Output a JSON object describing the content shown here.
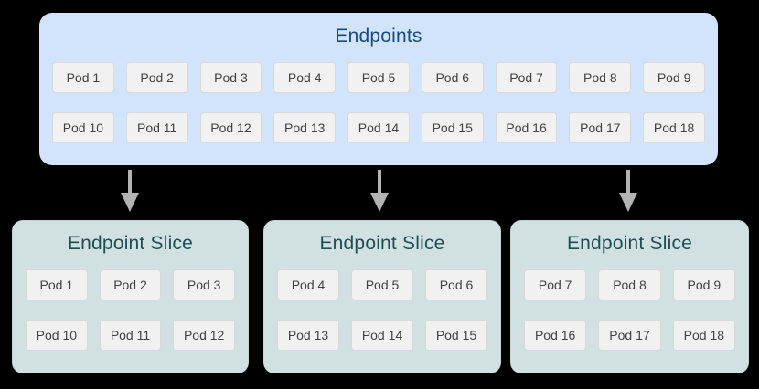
{
  "endpoints": {
    "title": "Endpoints",
    "pods": [
      "Pod 1",
      "Pod 2",
      "Pod 3",
      "Pod 4",
      "Pod 5",
      "Pod 6",
      "Pod 7",
      "Pod 8",
      "Pod 9",
      "Pod 10",
      "Pod 11",
      "Pod 12",
      "Pod 13",
      "Pod 14",
      "Pod 15",
      "Pod 16",
      "Pod 17",
      "Pod 18"
    ]
  },
  "slices": [
    {
      "title": "Endpoint Slice",
      "pods": [
        "Pod 1",
        "Pod 2",
        "Pod 3",
        "Pod 10",
        "Pod 11",
        "Pod 12"
      ]
    },
    {
      "title": "Endpoint Slice",
      "pods": [
        "Pod 4",
        "Pod 5",
        "Pod 6",
        "Pod 13",
        "Pod 14",
        "Pod 15"
      ]
    },
    {
      "title": "Endpoint Slice",
      "pods": [
        "Pod 7",
        "Pod 8",
        "Pod 9",
        "Pod 16",
        "Pod 17",
        "Pod 18"
      ]
    }
  ],
  "colors": {
    "page_background": "#000000",
    "endpoints_box_background": "#d2e3fc",
    "endpoints_title_text": "#1a4b7e",
    "slice_box_background": "#d1e1e2",
    "slice_title_text": "#1f4e52",
    "pod_chip_background": "#f1f1f1",
    "pod_chip_border": "#d9d9d9",
    "pod_chip_text": "#424242",
    "arrow": "#b3b3b3"
  }
}
